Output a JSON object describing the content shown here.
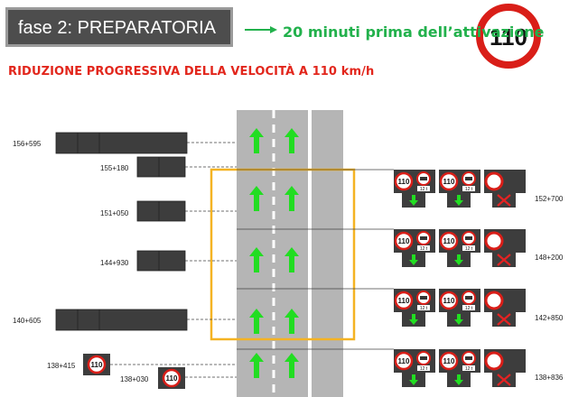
{
  "header": {
    "phase": "fase 2:  PREPARATORIA",
    "message": "20 minuti prima dell’attivazione",
    "big_sign": "110"
  },
  "subtitle": "RIDUZIONE PROGRESSIVA DELLA VELOCITÀ A 110 km/h",
  "left_labels": [
    "156+595",
    "155+180",
    "151+050",
    "144+930",
    "140+605",
    "138+415",
    "138+030"
  ],
  "left_sign_value": "110",
  "right_labels": [
    "152+700",
    "148+200",
    "142+850",
    "138+836"
  ],
  "right_sign_value": "110",
  "truck_sign_text": "12 t",
  "colors": {
    "accent_green": "#22b14c",
    "title_red": "#e2261c",
    "highlight_box": "#f4b323",
    "road": "#b5b5b5",
    "gantry": "#3d3d3d"
  }
}
